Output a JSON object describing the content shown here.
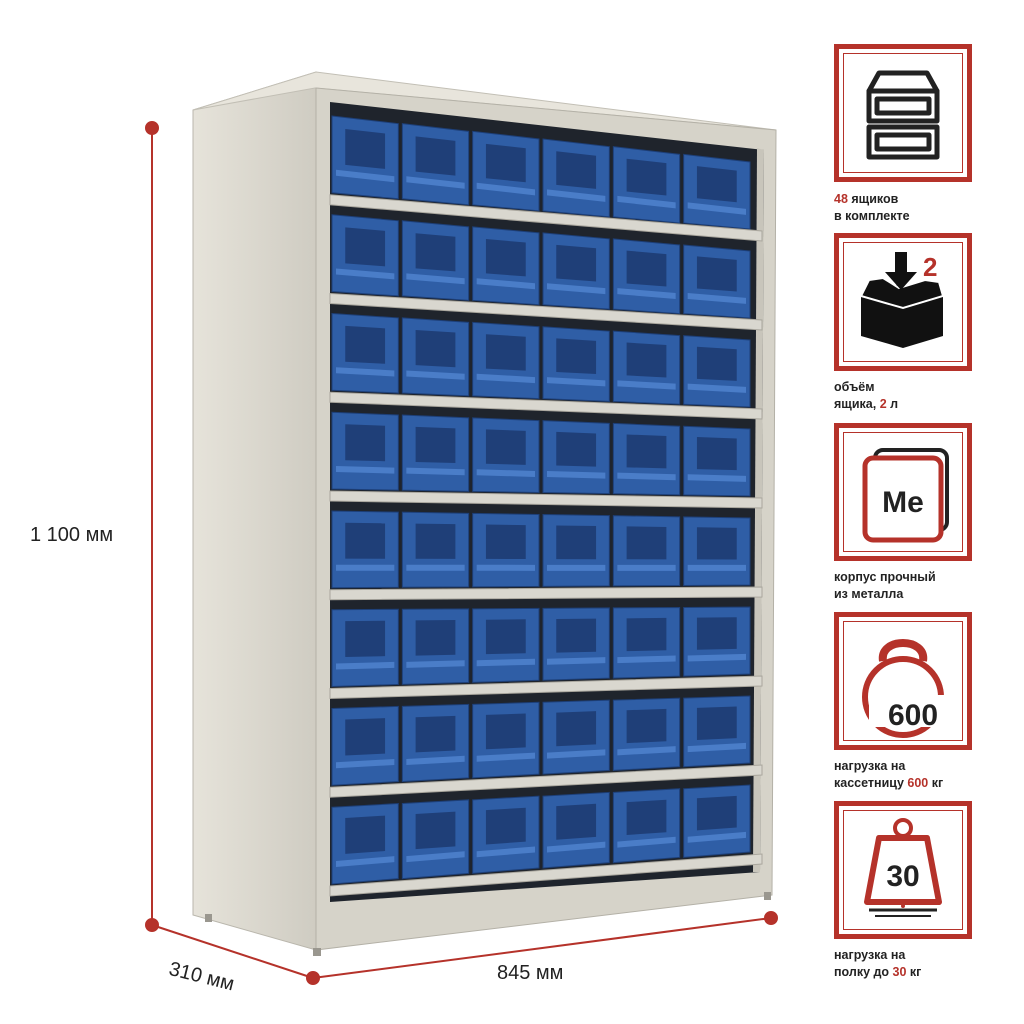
{
  "dimensions": {
    "height": "1 100 мм",
    "depth": "310 мм",
    "width": "845 мм"
  },
  "colors": {
    "accent": "#b5322a",
    "cabinet": "#dcd9cf",
    "bins": "#2f5ea6"
  },
  "rack": {
    "shelf_rows": 8,
    "bins_per_row": 6
  },
  "features": [
    {
      "icon": "drawers-icon",
      "line1_hl": "48",
      "line1_rest": " ящиков",
      "line2": "в комплекте"
    },
    {
      "icon": "box-volume-icon",
      "icon_text": "2",
      "line1": "объём",
      "line2_pre": "ящика, ",
      "line2_hl": "2",
      "line2_post": " л"
    },
    {
      "icon": "metal-icon",
      "icon_text": "Me",
      "line1": "корпус прочный",
      "line2": "из металла"
    },
    {
      "icon": "kettlebell-icon",
      "icon_text": "600",
      "line1": "нагрузка на",
      "line2_pre": "кассетницу ",
      "line2_hl": "600",
      "line2_post": " кг"
    },
    {
      "icon": "weight-icon",
      "icon_text": "30",
      "line1": "нагрузка на",
      "line2_pre": "полку до ",
      "line2_hl": "30",
      "line2_post": " кг"
    }
  ]
}
